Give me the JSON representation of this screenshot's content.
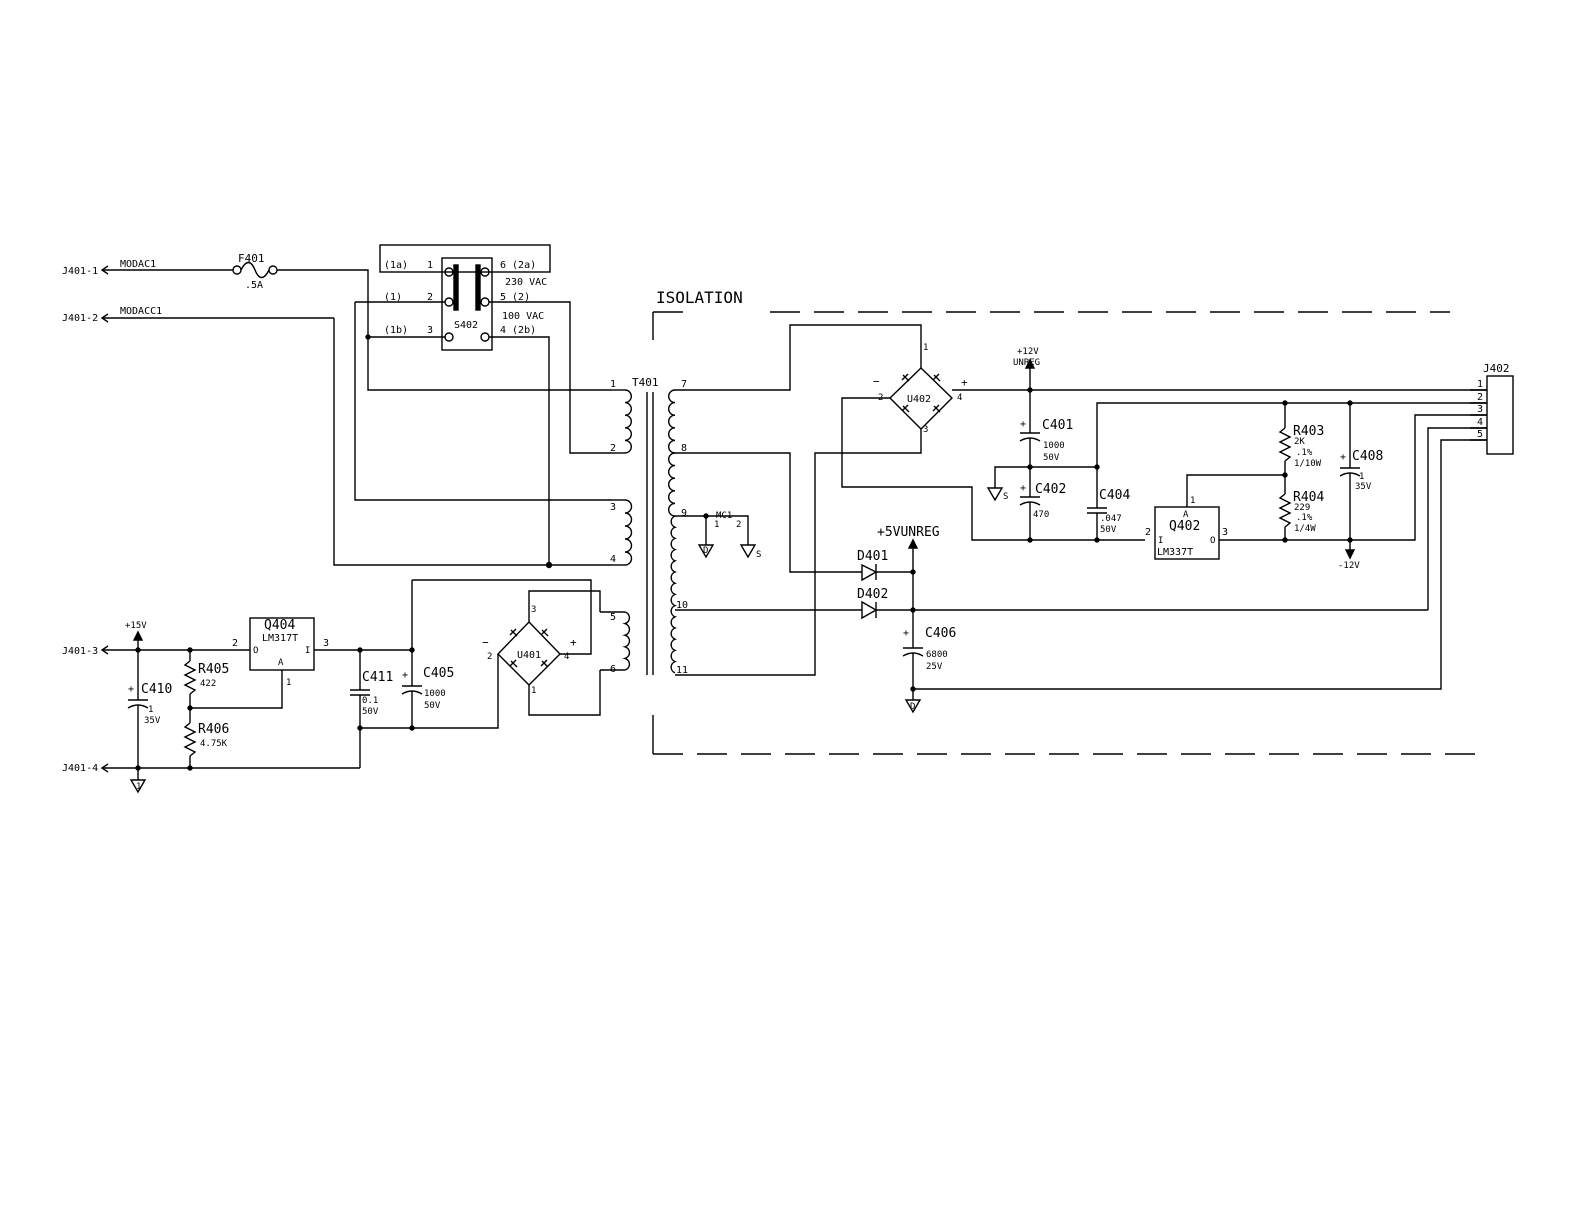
{
  "section": {
    "isolation": "ISOLATION"
  },
  "connectors": {
    "j401_1": "J401-1",
    "j401_2": "J401-2",
    "j401_3": "J401-3",
    "j401_4": "J401-4",
    "j402": "J402",
    "j402_pins": [
      "1",
      "2",
      "3",
      "4",
      "5"
    ]
  },
  "nets": {
    "modac1": "MODAC1",
    "modacc1": "MODACC1",
    "p15v": "+15V",
    "p12v": "+12V",
    "unreg": "UNREG",
    "p5vunreg": "+5VUNREG",
    "m12v": "-12V",
    "mc1": "MC1"
  },
  "fuse": {
    "ref": "F401",
    "value": ".5A"
  },
  "switch": {
    "ref": "S402",
    "v230": "230 VAC",
    "v100": "100 VAC",
    "left_labels": [
      "(1a)",
      "(1)",
      "(1b)"
    ],
    "left_pins": [
      "1",
      "2",
      "3"
    ],
    "right_labels": [
      "6 (2a)",
      "5 (2)",
      "4 (2b)"
    ]
  },
  "transformer": {
    "ref": "T401",
    "pins": [
      "1",
      "2",
      "3",
      "4",
      "5",
      "6",
      "7",
      "8",
      "9",
      "10",
      "11"
    ]
  },
  "bridges": {
    "u402": {
      "ref": "U402",
      "pins": [
        "1",
        "2",
        "3",
        "4"
      ],
      "minus": "−",
      "plus": "+"
    },
    "u401": {
      "ref": "U401",
      "pins": [
        "1",
        "2",
        "3",
        "4"
      ],
      "minus": "−",
      "plus": "+"
    }
  },
  "capacitors": {
    "c401": {
      "ref": "C401",
      "v1": "1000",
      "v2": "50V"
    },
    "c402": {
      "ref": "C402",
      "v1": "470"
    },
    "c404": {
      "ref": "C404",
      "v1": ".047",
      "v2": "50V"
    },
    "c408": {
      "ref": "C408",
      "v1": "1",
      "v2": "35V"
    },
    "c406": {
      "ref": "C406",
      "v1": "6800",
      "v2": "25V"
    },
    "c410": {
      "ref": "C410",
      "v1": "1",
      "v2": "35V"
    },
    "c411": {
      "ref": "C411",
      "v1": "0.1",
      "v2": "50V"
    },
    "c405": {
      "ref": "C405",
      "v1": "1000",
      "v2": "50V"
    },
    "plus": "+"
  },
  "resistors": {
    "r403": {
      "ref": "R403",
      "v1": "2K",
      "v2": ".1%",
      "v3": "1/10W"
    },
    "r404": {
      "ref": "R404",
      "v1": "229",
      "v2": ".1%",
      "v3": "1/4W"
    },
    "r405": {
      "ref": "R405",
      "v1": "422"
    },
    "r406": {
      "ref": "R406",
      "v1": "4.75K"
    }
  },
  "regulators": {
    "q402": {
      "ref": "Q402",
      "part": "LM337T",
      "a": "A",
      "i": "I",
      "o": "O",
      "p1": "1",
      "p2": "2",
      "p3": "3"
    },
    "q404": {
      "ref": "Q404",
      "part": "LM317T",
      "a": "A",
      "i": "I",
      "o": "O",
      "p1": "1",
      "p2": "2",
      "p3": "3"
    }
  },
  "diodes": {
    "d401": "D401",
    "d402": "D402"
  },
  "grounds": {
    "s": "S",
    "d": "D",
    "one": "1",
    "mc_pin1": "1",
    "mc_pin2": "2"
  }
}
